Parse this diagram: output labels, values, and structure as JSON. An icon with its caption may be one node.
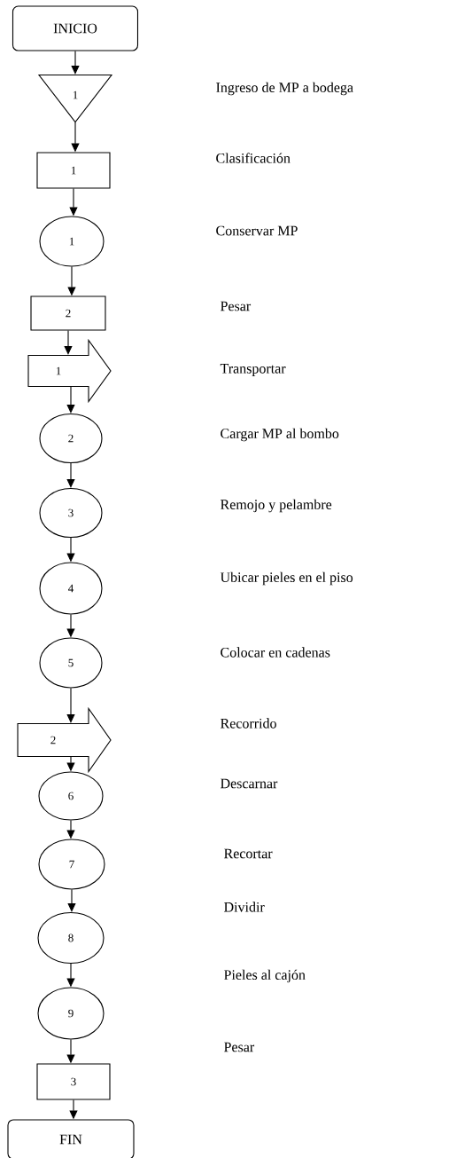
{
  "diagram": {
    "nodes": [
      {
        "text": [
          "INICIO"
        ]
      },
      {
        "text": [
          "1"
        ]
      },
      {
        "text": [
          "1"
        ]
      },
      {
        "text": [
          "1"
        ]
      },
      {
        "text": [
          "2"
        ]
      },
      {
        "text": [
          "1"
        ]
      },
      {
        "text": [
          "2"
        ]
      },
      {
        "text": [
          "3"
        ]
      },
      {
        "text": [
          "4"
        ]
      },
      {
        "text": [
          "5"
        ]
      },
      {
        "text": [
          "2"
        ]
      },
      {
        "text": [
          "6"
        ]
      },
      {
        "text": [
          "7"
        ]
      },
      {
        "text": [
          "8"
        ]
      },
      {
        "text": [
          "9"
        ]
      },
      {
        "text": [
          "3"
        ]
      },
      {
        "text": [
          "FIN"
        ]
      }
    ],
    "edges": [
      {
        "from": 0,
        "to": 1,
        "arrow": "to"
      },
      {
        "from": 1,
        "to": 2,
        "arrow": "to"
      },
      {
        "from": 2,
        "to": 3,
        "arrow": "to"
      },
      {
        "from": 3,
        "to": 4,
        "arrow": "to"
      },
      {
        "from": 4,
        "to": 5,
        "arrow": "to"
      },
      {
        "from": 5,
        "to": 6,
        "arrow": "to"
      },
      {
        "from": 6,
        "to": 7,
        "arrow": "to"
      },
      {
        "from": 7,
        "to": 8,
        "arrow": "to"
      },
      {
        "from": 8,
        "to": 9,
        "arrow": "to"
      },
      {
        "from": 9,
        "to": 10,
        "arrow": "to"
      },
      {
        "from": 10,
        "to": 11,
        "arrow": "to"
      },
      {
        "from": 11,
        "to": 12,
        "arrow": "to"
      },
      {
        "from": 12,
        "to": 13,
        "arrow": "to"
      },
      {
        "from": 13,
        "to": 14,
        "arrow": "to"
      },
      {
        "from": 14,
        "to": 15,
        "arrow": "to"
      },
      {
        "from": 15,
        "to": 16,
        "arrow": "to"
      }
    ],
    "labels": [
      "Ingreso de MP a bodega",
      "Clasificación",
      "Conservar MP",
      "Pesar",
      "Transportar",
      "Cargar MP al bombo",
      "Remojo y pelambre",
      "Ubicar pieles en el piso",
      "Colocar en cadenas",
      "Recorrido",
      "Descarnar",
      "Recortar",
      "Dividir",
      "Pieles al cajón",
      "Pesar"
    ]
  }
}
